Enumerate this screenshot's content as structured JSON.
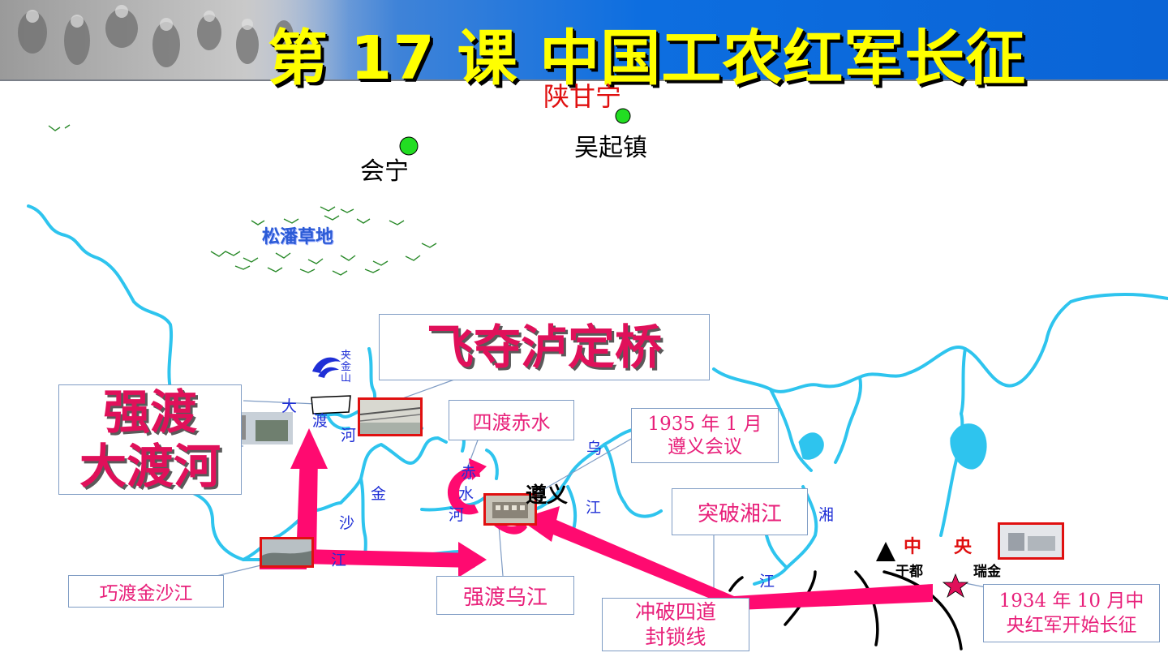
{
  "title": "第 17 课  中国工农红军长征",
  "places": {
    "shaanganning": "陕甘宁",
    "wuqizhen": "吴起镇",
    "huining": "会宁",
    "songpan": "松潘草地",
    "zunyi": "遵义",
    "zhongyang": "中",
    "zhongyang2": "央",
    "yudu": "于都",
    "ruijin": "瑞金",
    "jiajinshan": [
      "夹",
      "金",
      "山"
    ]
  },
  "rivers": {
    "dadu": [
      "大",
      "渡",
      "河"
    ],
    "jinsha": [
      "金",
      "沙",
      "江"
    ],
    "chishui": [
      "赤",
      "水",
      "河"
    ],
    "wu": [
      "乌",
      "江"
    ],
    "xiang": [
      "湘",
      "江"
    ]
  },
  "events": {
    "qiangdu_dadu": [
      "强渡",
      "大渡河"
    ],
    "feiduo": "飞夺泸定桥",
    "sidu": "四渡赤水",
    "zunyi_meeting": [
      "1935 年 1 月",
      "遵义会议"
    ],
    "xiangjiang": "突破湘江",
    "jinshajiang": "巧渡金沙江",
    "wujiang": "强渡乌江",
    "fengsuo": [
      "冲破四道",
      "封锁线"
    ],
    "start": [
      "1934 年 10 月中",
      "央红军开始长征"
    ]
  },
  "colors": {
    "river": "#2ec4ee",
    "route": "#ff0a70",
    "title": "#ffff00",
    "accent": "#e8207a",
    "photo_frame": "#e01010"
  }
}
